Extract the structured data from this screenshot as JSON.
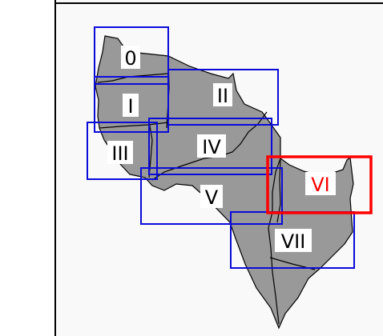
{
  "figure": {
    "regions": [
      {
        "id": "region-0",
        "label": "0",
        "highlighted": false
      },
      {
        "id": "region-1",
        "label": "I",
        "highlighted": false
      },
      {
        "id": "region-2",
        "label": "II",
        "highlighted": false
      },
      {
        "id": "region-3",
        "label": "III",
        "highlighted": false
      },
      {
        "id": "region-4",
        "label": "IV",
        "highlighted": false
      },
      {
        "id": "region-5",
        "label": "V",
        "highlighted": false
      },
      {
        "id": "region-6",
        "label": "VI",
        "highlighted": true
      },
      {
        "id": "region-7",
        "label": "VII",
        "highlighted": false
      }
    ],
    "colors": {
      "background": "#ffffff",
      "panel": "#f9f9f9",
      "shape_fill": "#999999",
      "outline": "#000000",
      "box": "#0b0bd8",
      "highlight": "#ff0000",
      "label_bg": "#ffffff",
      "label_text": "#000000"
    }
  }
}
